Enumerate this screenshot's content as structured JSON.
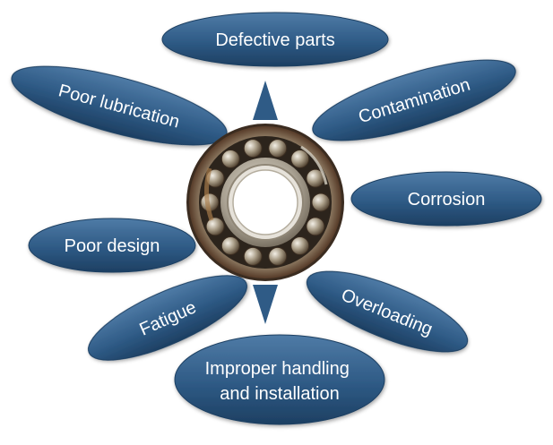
{
  "center": {
    "image": "ball-bearing-photo",
    "icon": "bearing-icon"
  },
  "causes": [
    {
      "id": "defective-parts",
      "lines": [
        "Defective parts"
      ]
    },
    {
      "id": "contamination",
      "lines": [
        "Contamination"
      ]
    },
    {
      "id": "corrosion",
      "lines": [
        "Corrosion"
      ]
    },
    {
      "id": "overloading",
      "lines": [
        "Overloading"
      ]
    },
    {
      "id": "improper-handling",
      "lines": [
        "Improper handling",
        "and installation"
      ]
    },
    {
      "id": "fatigue",
      "lines": [
        "Fatigue"
      ]
    },
    {
      "id": "poor-design",
      "lines": [
        "Poor design"
      ]
    },
    {
      "id": "poor-lubrication",
      "lines": [
        "Poor lubrication"
      ]
    }
  ],
  "colors": {
    "ellipse_fill": "#2e5a85",
    "ellipse_dark": "#1d3f62",
    "ellipse_light": "#4f7ba6",
    "arrow": "#2f5b86",
    "bearing_steel": "#b9b2a4",
    "bearing_rust": "#6b4a35"
  }
}
